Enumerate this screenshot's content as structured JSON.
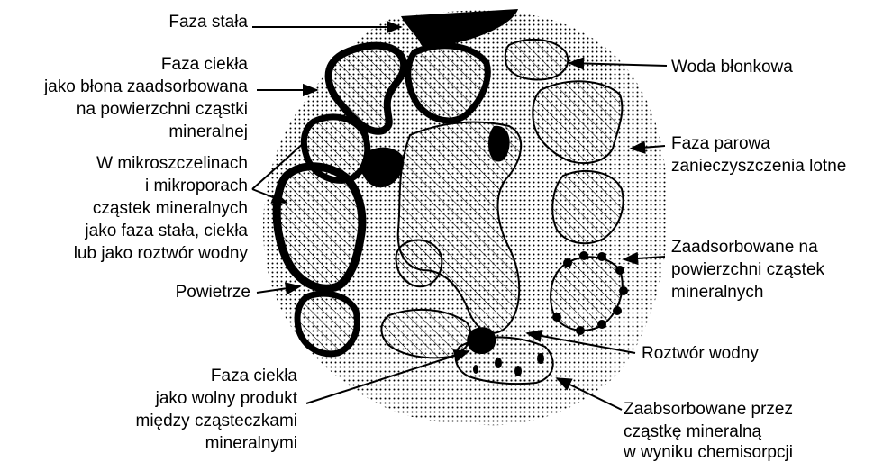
{
  "labels": {
    "faza_stala": "Faza stała",
    "faza_ciekla_blona": [
      "Faza ciekła",
      "jako błona zaadsorbowana",
      "na powierzchni cząstki",
      "mineralnej"
    ],
    "mikroszczeliny": [
      "W mikroszczelinach",
      "i mikroporach",
      "cząstek mineralnych",
      "jako faza stała, ciekła",
      "lub jako roztwór wodny"
    ],
    "powietrze": "Powietrze",
    "faza_ciekla_wolny": [
      "Faza ciekła",
      "jako wolny produkt",
      "między cząsteczkami",
      "mineralnymi"
    ],
    "woda_blonkowa": "Woda błonkowa",
    "faza_parowa": [
      "Faza parowa",
      "zanieczyszczenia lotne"
    ],
    "zaadsorbowane": [
      "Zaadsorbowane na",
      "powierzchni cząstek",
      "mineralnych"
    ],
    "roztwor_wodny": "Roztwór wodny",
    "zaabsorbowane": [
      "Zaabsorbowane przez",
      "cząstkę mineralną",
      "w wyniku chemisorpcji"
    ]
  },
  "colors": {
    "ink": "#000000",
    "paper": "#ffffff"
  }
}
